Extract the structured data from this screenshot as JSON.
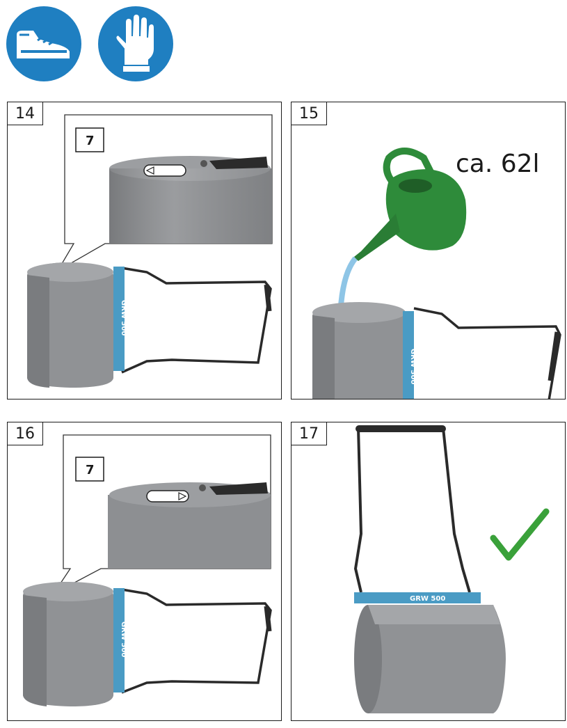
{
  "icons": [
    {
      "name": "safety-shoe-icon",
      "color": "#1f7fc1"
    },
    {
      "name": "safety-glove-icon",
      "color": "#1f7fc1"
    }
  ],
  "panels": [
    {
      "step": "14",
      "part_label": "7",
      "brand_label": "GRW 500"
    },
    {
      "step": "15",
      "quantity_label": "ca. 62l",
      "brand_label": "GRW 500"
    },
    {
      "step": "16",
      "part_label": "7",
      "brand_label": "GRW 500"
    },
    {
      "step": "17",
      "brand_label": "GRW 500"
    }
  ],
  "colors": {
    "icon_blue": "#1f7fc1",
    "band_blue": "#4a9bc4",
    "can_green": "#2e8b3a",
    "check_green": "#3aa13a"
  }
}
